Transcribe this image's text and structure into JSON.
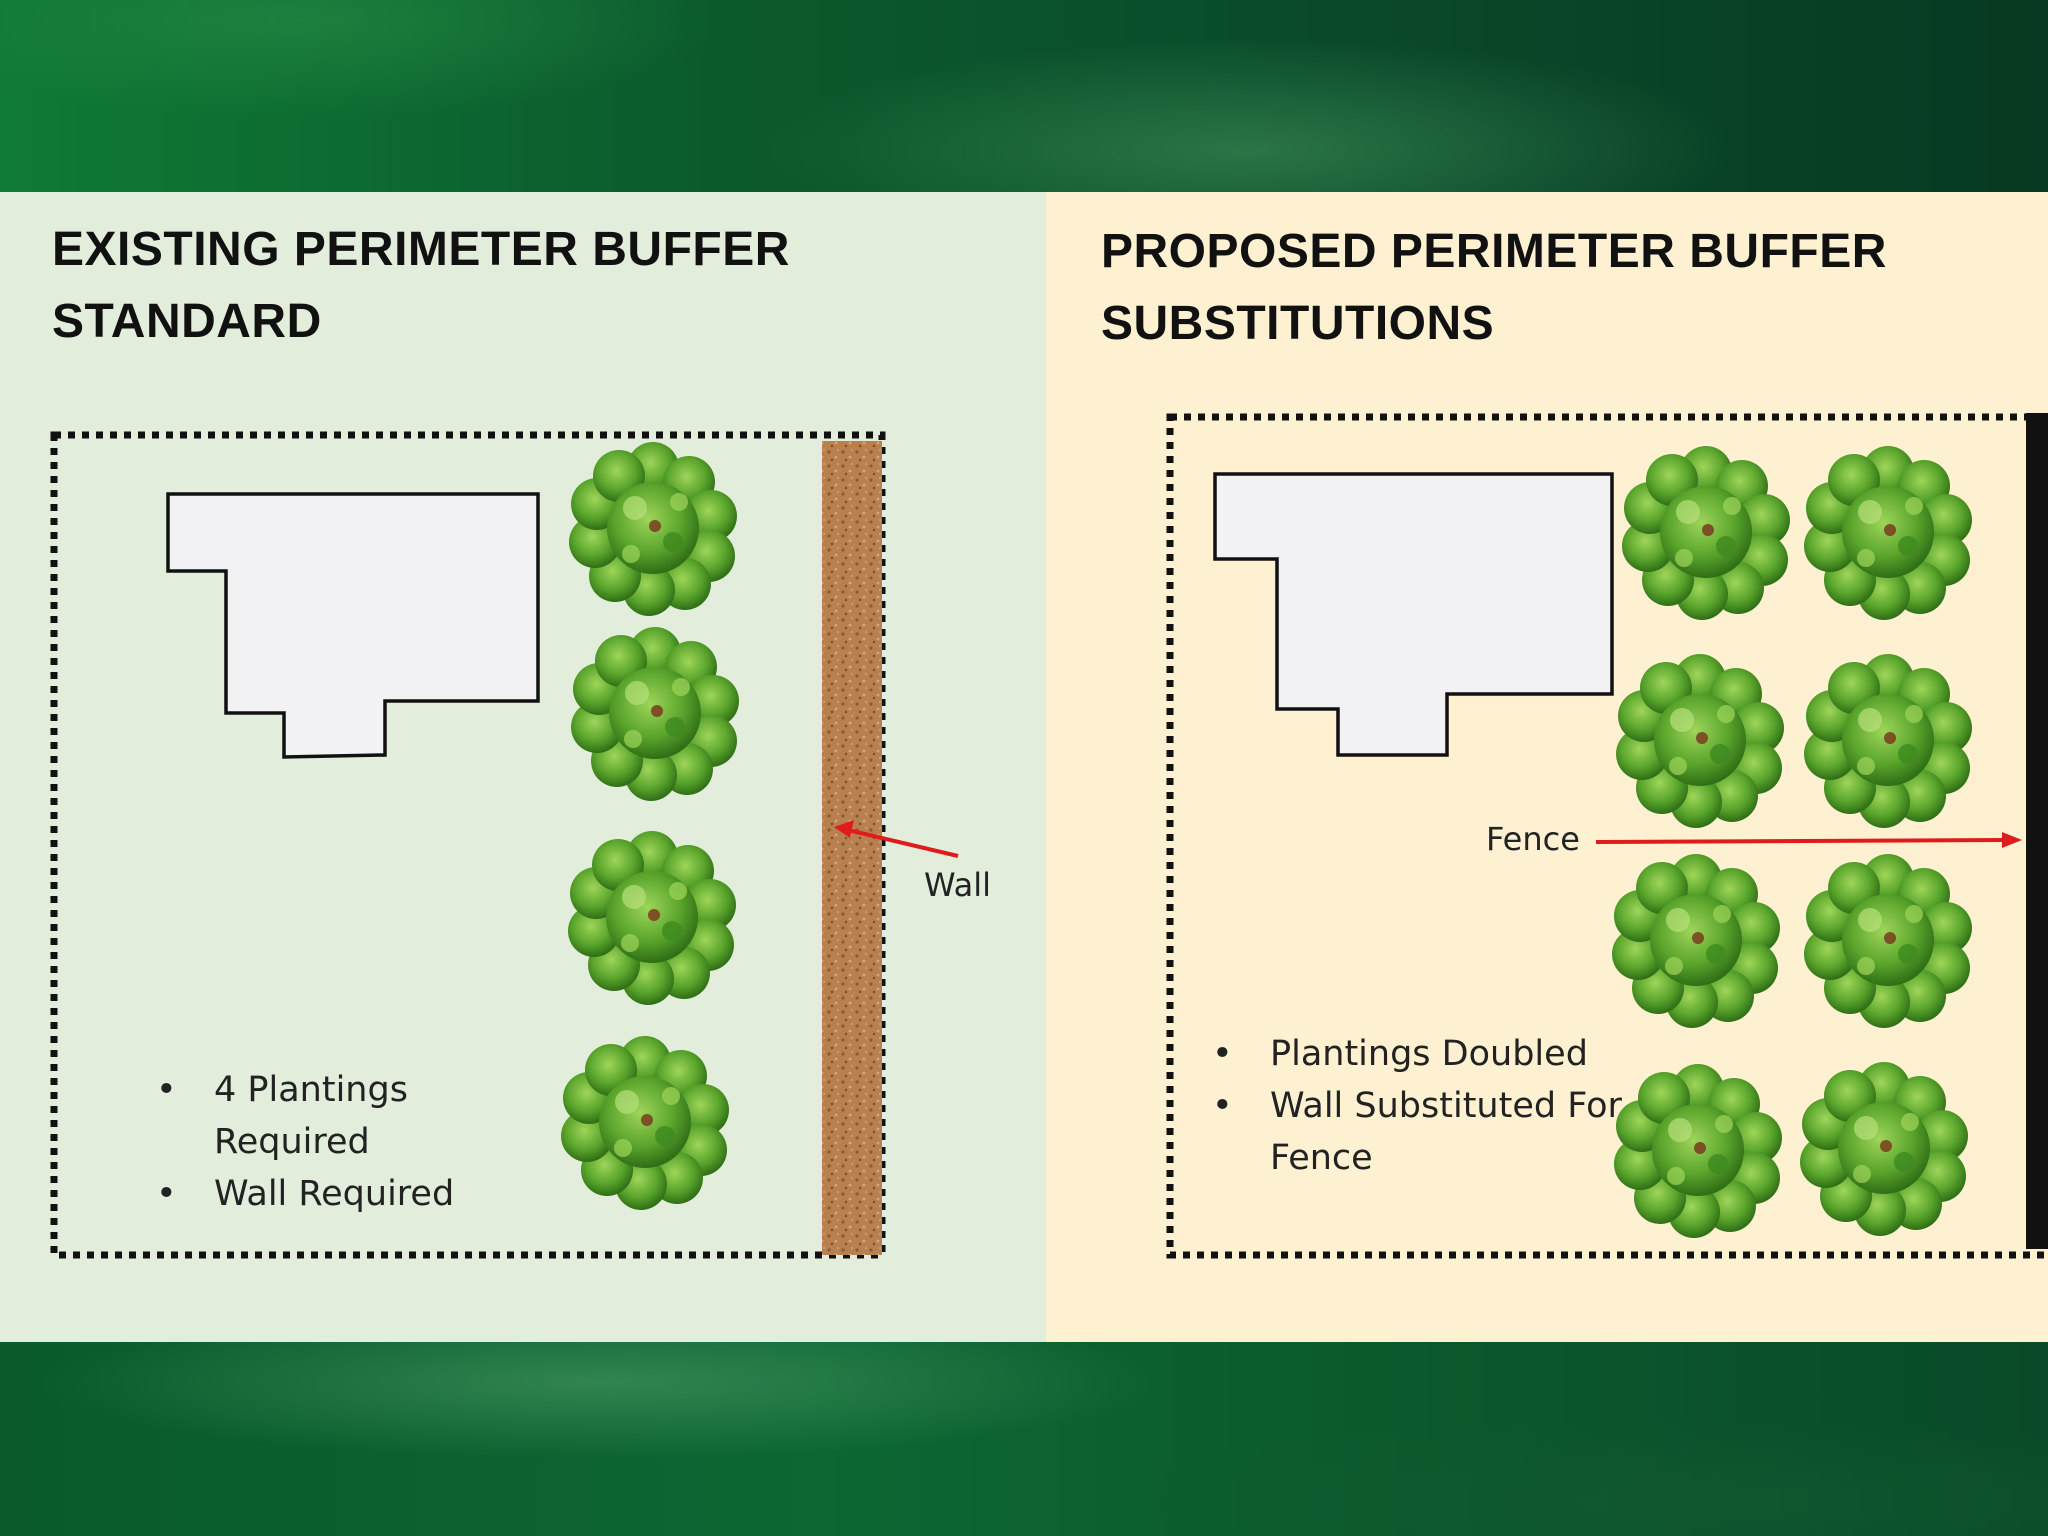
{
  "left_panel": {
    "title_lines": [
      "EXISTING PERIMETER BUFFER",
      "STANDARD"
    ],
    "bullets": [
      "4 Plantings Required",
      "Wall Required"
    ],
    "arrow_label": "Wall"
  },
  "right_panel": {
    "title_lines": [
      "PROPOSED PERIMETER BUFFER",
      "SUBSTITUTIONS"
    ],
    "bullets": [
      "Plantings Doubled",
      "Wall Substituted For Fence"
    ],
    "arrow_label": "Fence"
  },
  "colors": {
    "left_panel_bg": "#e2eedb",
    "right_panel_bg": "#fdf1d2",
    "arrow": "#e01b1b",
    "wall": "#b8804f",
    "fence": "#111111",
    "tree": "#5aa52c"
  }
}
